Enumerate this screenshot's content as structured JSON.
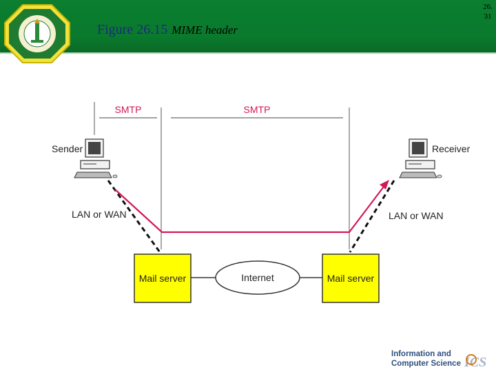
{
  "slide": {
    "figure_label": "Figure 26.15",
    "figure_title": "MIME header",
    "page_number_line1": "26.",
    "page_number_line2": "31"
  },
  "diagram": {
    "smtp_left": "SMTP",
    "smtp_right": "SMTP",
    "sender": "Sender",
    "receiver": "Receiver",
    "lan_left": "LAN or WAN",
    "lan_right": "LAN or WAN",
    "mail_server_left": "Mail server",
    "mail_server_right": "Mail server",
    "internet": "Internet"
  },
  "footer": {
    "line1": "Information and",
    "line2": "Computer Science",
    "abbr": "ICS"
  },
  "colors": {
    "header_green": "#0b7e2f",
    "server_yellow": "#ffff00",
    "path_magenta": "#d1185a",
    "title_blue": "#1c2a80"
  }
}
